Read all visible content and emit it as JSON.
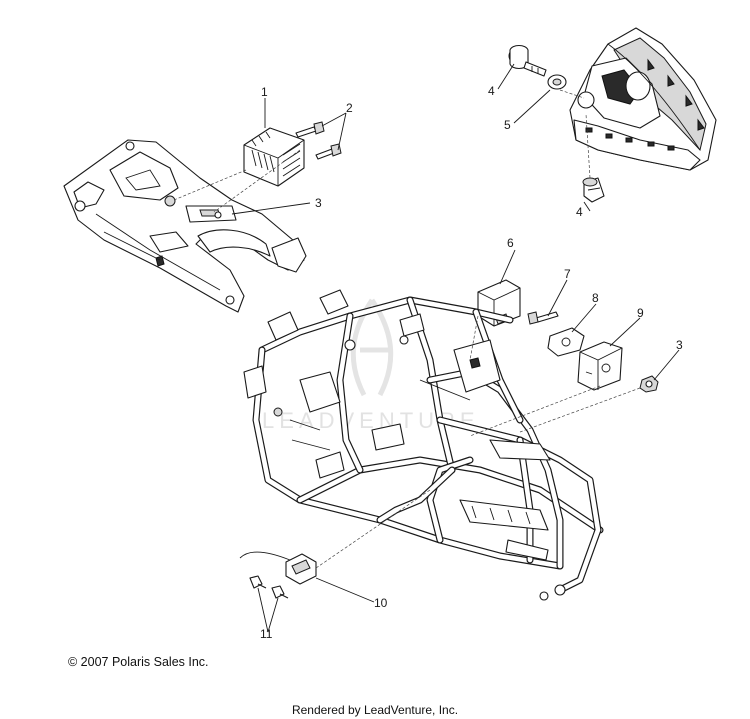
{
  "callouts": {
    "c1": "1",
    "c2": "2",
    "c3a": "3",
    "c4a": "4",
    "c5": "5",
    "c4b": "4",
    "c6": "6",
    "c7": "7",
    "c8": "8",
    "c9": "9",
    "c3b": "3",
    "c10": "10",
    "c11": "11"
  },
  "watermark": "LEADVENTURE",
  "copyright": "© 2007 Polaris Sales Inc.",
  "footer": "Rendered by LeadVenture, Inc."
}
